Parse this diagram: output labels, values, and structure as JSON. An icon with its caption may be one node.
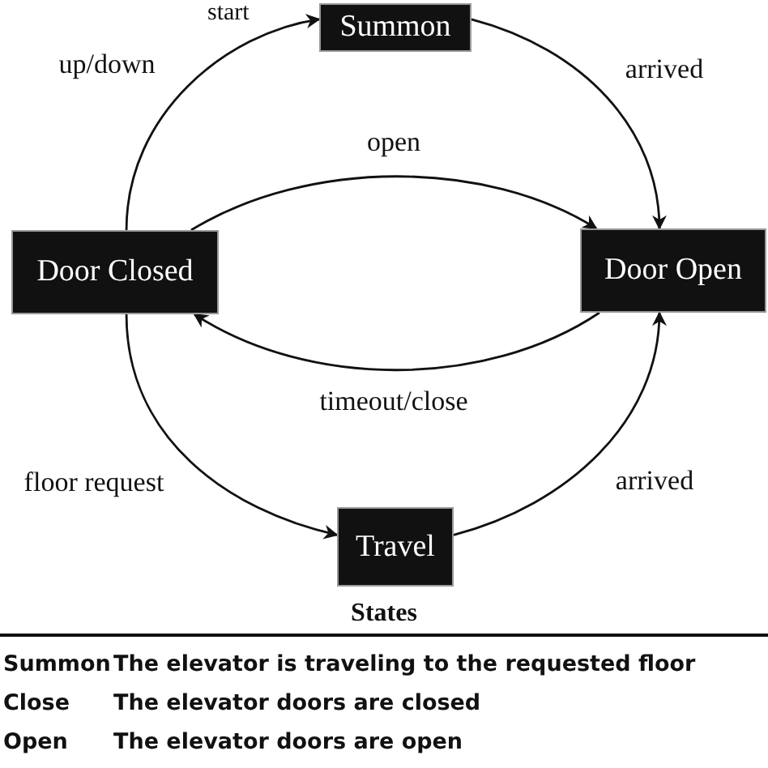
{
  "diagram": {
    "nodes": [
      {
        "text": [
          "Summon"
        ]
      },
      {
        "text": [
          "Door Closed"
        ]
      },
      {
        "text": [
          "Door Open"
        ]
      },
      {
        "text": [
          "Travel"
        ]
      }
    ],
    "edges": [
      {
        "from": 1,
        "to": 0,
        "arrow": "to",
        "label": "up/down"
      },
      {
        "from": 0,
        "to": 2,
        "arrow": "to",
        "label": "arrived"
      },
      {
        "from": 1,
        "to": 2,
        "arrow": "to",
        "label": "open"
      },
      {
        "from": 2,
        "to": 1,
        "arrow": "to",
        "label": "timeout/close"
      },
      {
        "from": 1,
        "to": 3,
        "arrow": "to",
        "label": "floor request"
      },
      {
        "from": 3,
        "to": 2,
        "arrow": "to",
        "label": "arrived"
      }
    ],
    "labels": [
      "start",
      "States",
      "Summon",
      "The elevator is traveling to the requested floor",
      "Close",
      "The elevator doors are closed",
      "Open",
      "The elevator doors are open"
    ]
  }
}
